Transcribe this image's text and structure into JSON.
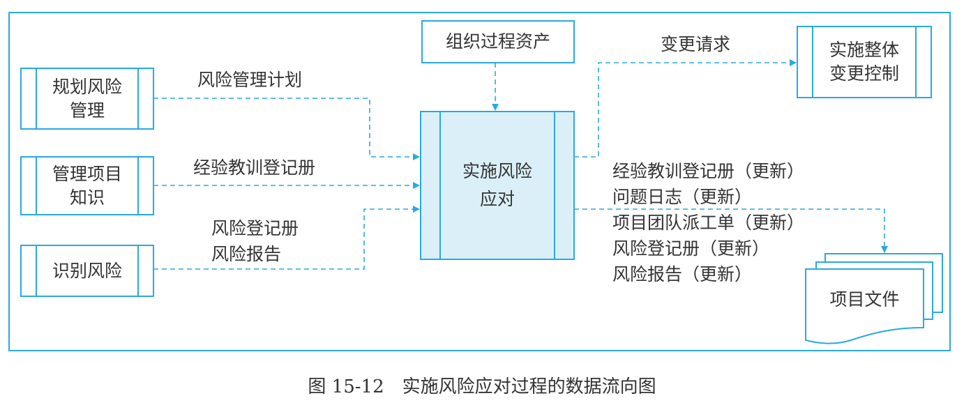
{
  "colors": {
    "line": "#29a9e0",
    "fill": "#dbeff9",
    "text": "#333333"
  },
  "inputs": [
    {
      "process": "规划风险\n管理",
      "data": [
        "风险管理计划"
      ]
    },
    {
      "process": "管理项目\n知识",
      "data": [
        "经验教训登记册"
      ]
    },
    {
      "process": "识别风险",
      "data": [
        "风险登记册",
        "风险报告"
      ]
    }
  ],
  "enterprise_input": "组织过程资产",
  "center_process": "实施风险\n应对",
  "change_output": {
    "data": "变更请求",
    "process": "实施整体\n变更控制"
  },
  "document_output": {
    "items": [
      "经验教训登记册（更新）",
      "问题日志（更新）",
      "项目团队派工单（更新）",
      "风险登记册（更新）",
      "风险报告（更新）"
    ],
    "target": "项目文件"
  },
  "caption": "图 15-12　实施风险应对过程的数据流向图"
}
